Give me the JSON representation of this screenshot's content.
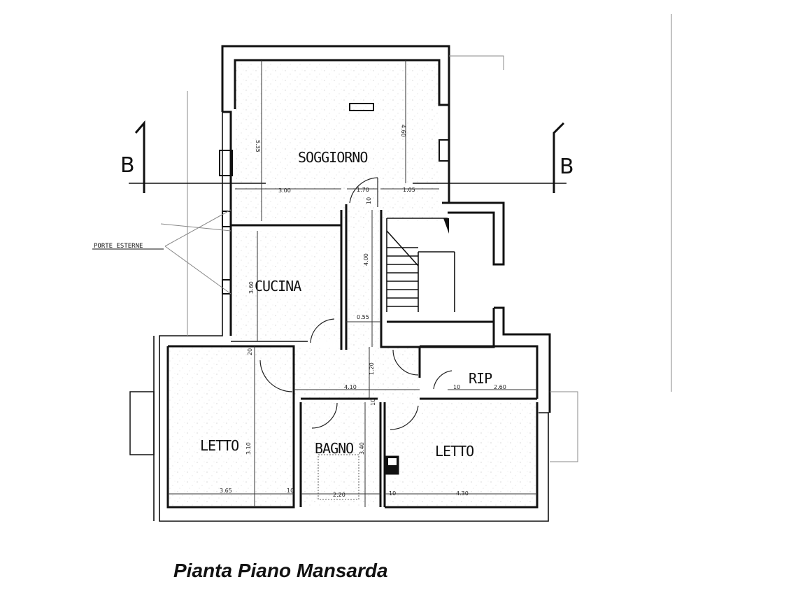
{
  "caption": "Pianta Piano Mansarda",
  "section_marker": {
    "label": "B"
  },
  "note": "PORTE ESTERNE",
  "rooms": {
    "soggiorno": "SOGGIORNO",
    "cucina": "CUCINA",
    "rip": "RIP",
    "letto_left": "LETTO",
    "bagno": "BAGNO",
    "letto_right": "LETTO"
  },
  "dimensions": {
    "soggiorno_h": "5.35",
    "soggiorno_h2": "4.60",
    "soggiorno_w": "3.00",
    "door_w": "1.70",
    "side_w": "1.05",
    "stair_h": "4.00",
    "cucina_h": "3.60",
    "corridor_w": "0.55",
    "corridor_h": "1.20",
    "hall_w": "4.10",
    "rip_w": "2.60",
    "rip_small": "10",
    "letto_left_h": "3.10",
    "letto_left_w": "3.65",
    "wall_left": "10",
    "bagno_h": "3.40",
    "bagno_w": "2.20",
    "wall_right": "10",
    "letto_right_w": "4.30",
    "wall_top": "10",
    "wall_mid": "10",
    "wall_low": "20"
  }
}
